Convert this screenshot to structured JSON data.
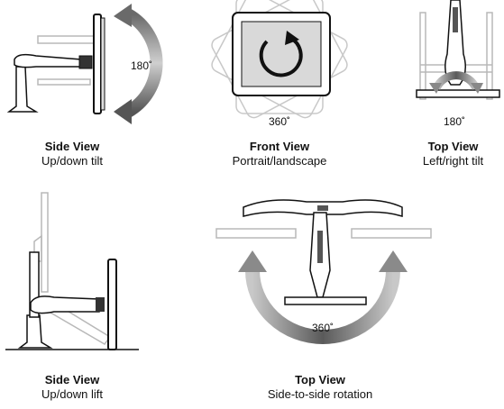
{
  "panels": [
    {
      "title": "Side View",
      "subtitle": "Up/down tilt",
      "angle": "180˚"
    },
    {
      "title": "Front View",
      "subtitle": "Portrait/landscape",
      "angle": "360˚"
    },
    {
      "title": "Top View",
      "subtitle": "Left/right tilt",
      "angle": "180˚"
    },
    {
      "title": "Side View",
      "subtitle": "Up/down lift"
    },
    {
      "title": "Top View",
      "subtitle": "Side-to-side rotation",
      "angle": "360˚"
    }
  ],
  "colors": {
    "arrow": "#6a6a6a",
    "ghost": "#b8b8b8",
    "line": "#111111",
    "screen": "#d9d9d9"
  },
  "icons": [
    "curved-arrow-icon",
    "circular-arrow-icon"
  ]
}
